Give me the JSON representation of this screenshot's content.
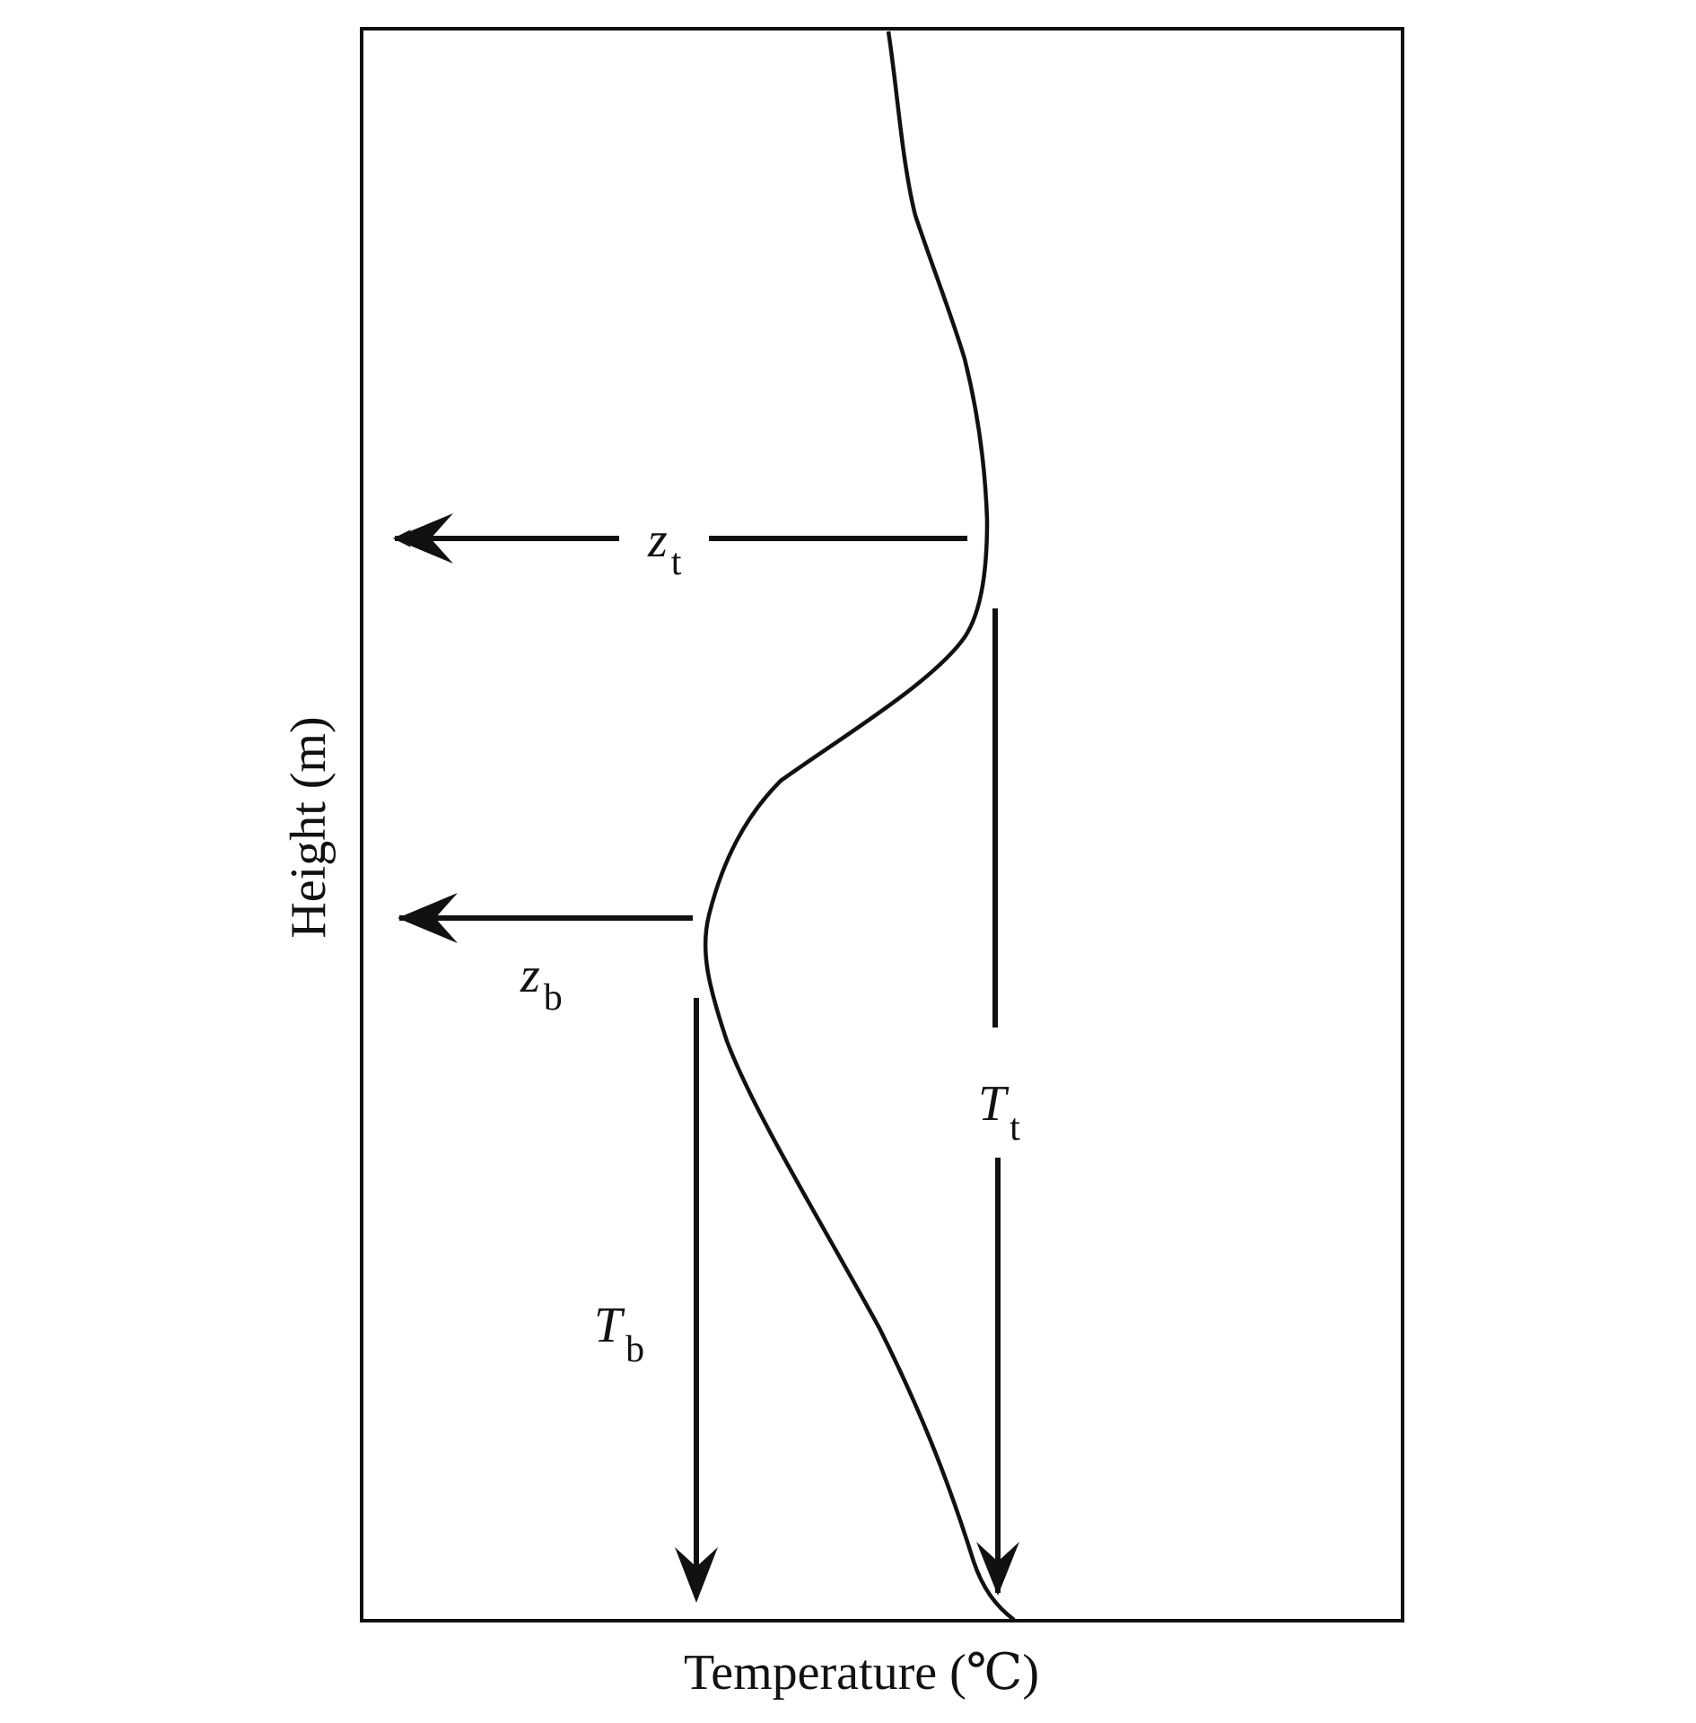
{
  "diagram": {
    "x_axis_label": "Temperature (℃)",
    "y_axis_label": "Height (m)",
    "labels": {
      "zt": {
        "main": "z",
        "sub": "t"
      },
      "zb": {
        "main": "z",
        "sub": "b"
      },
      "Tt": {
        "main": "T",
        "sub": "t"
      },
      "Tb": {
        "main": "T",
        "sub": "b"
      }
    },
    "colors": {
      "line": "#111111",
      "background": "#ffffff"
    }
  }
}
